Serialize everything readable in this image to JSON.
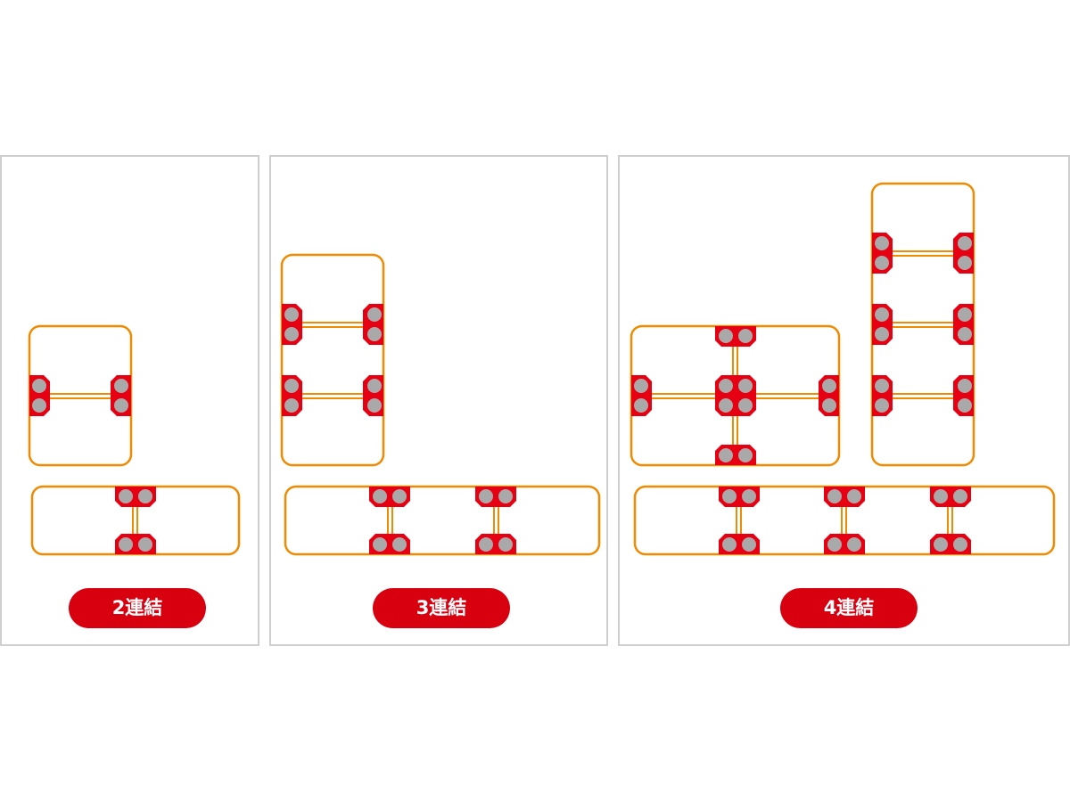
{
  "panels": [
    {
      "label": "2連結"
    },
    {
      "label": "3連結"
    },
    {
      "label": "4連結"
    }
  ],
  "colors": {
    "frame": "#f08a00",
    "connector": "#e60012",
    "bolt": "#a9a9a9",
    "label_bg": "#d8000f",
    "panel_border": "#cfcfcf"
  },
  "icons": [
    "connector-plate-icon",
    "bolt-icon"
  ]
}
